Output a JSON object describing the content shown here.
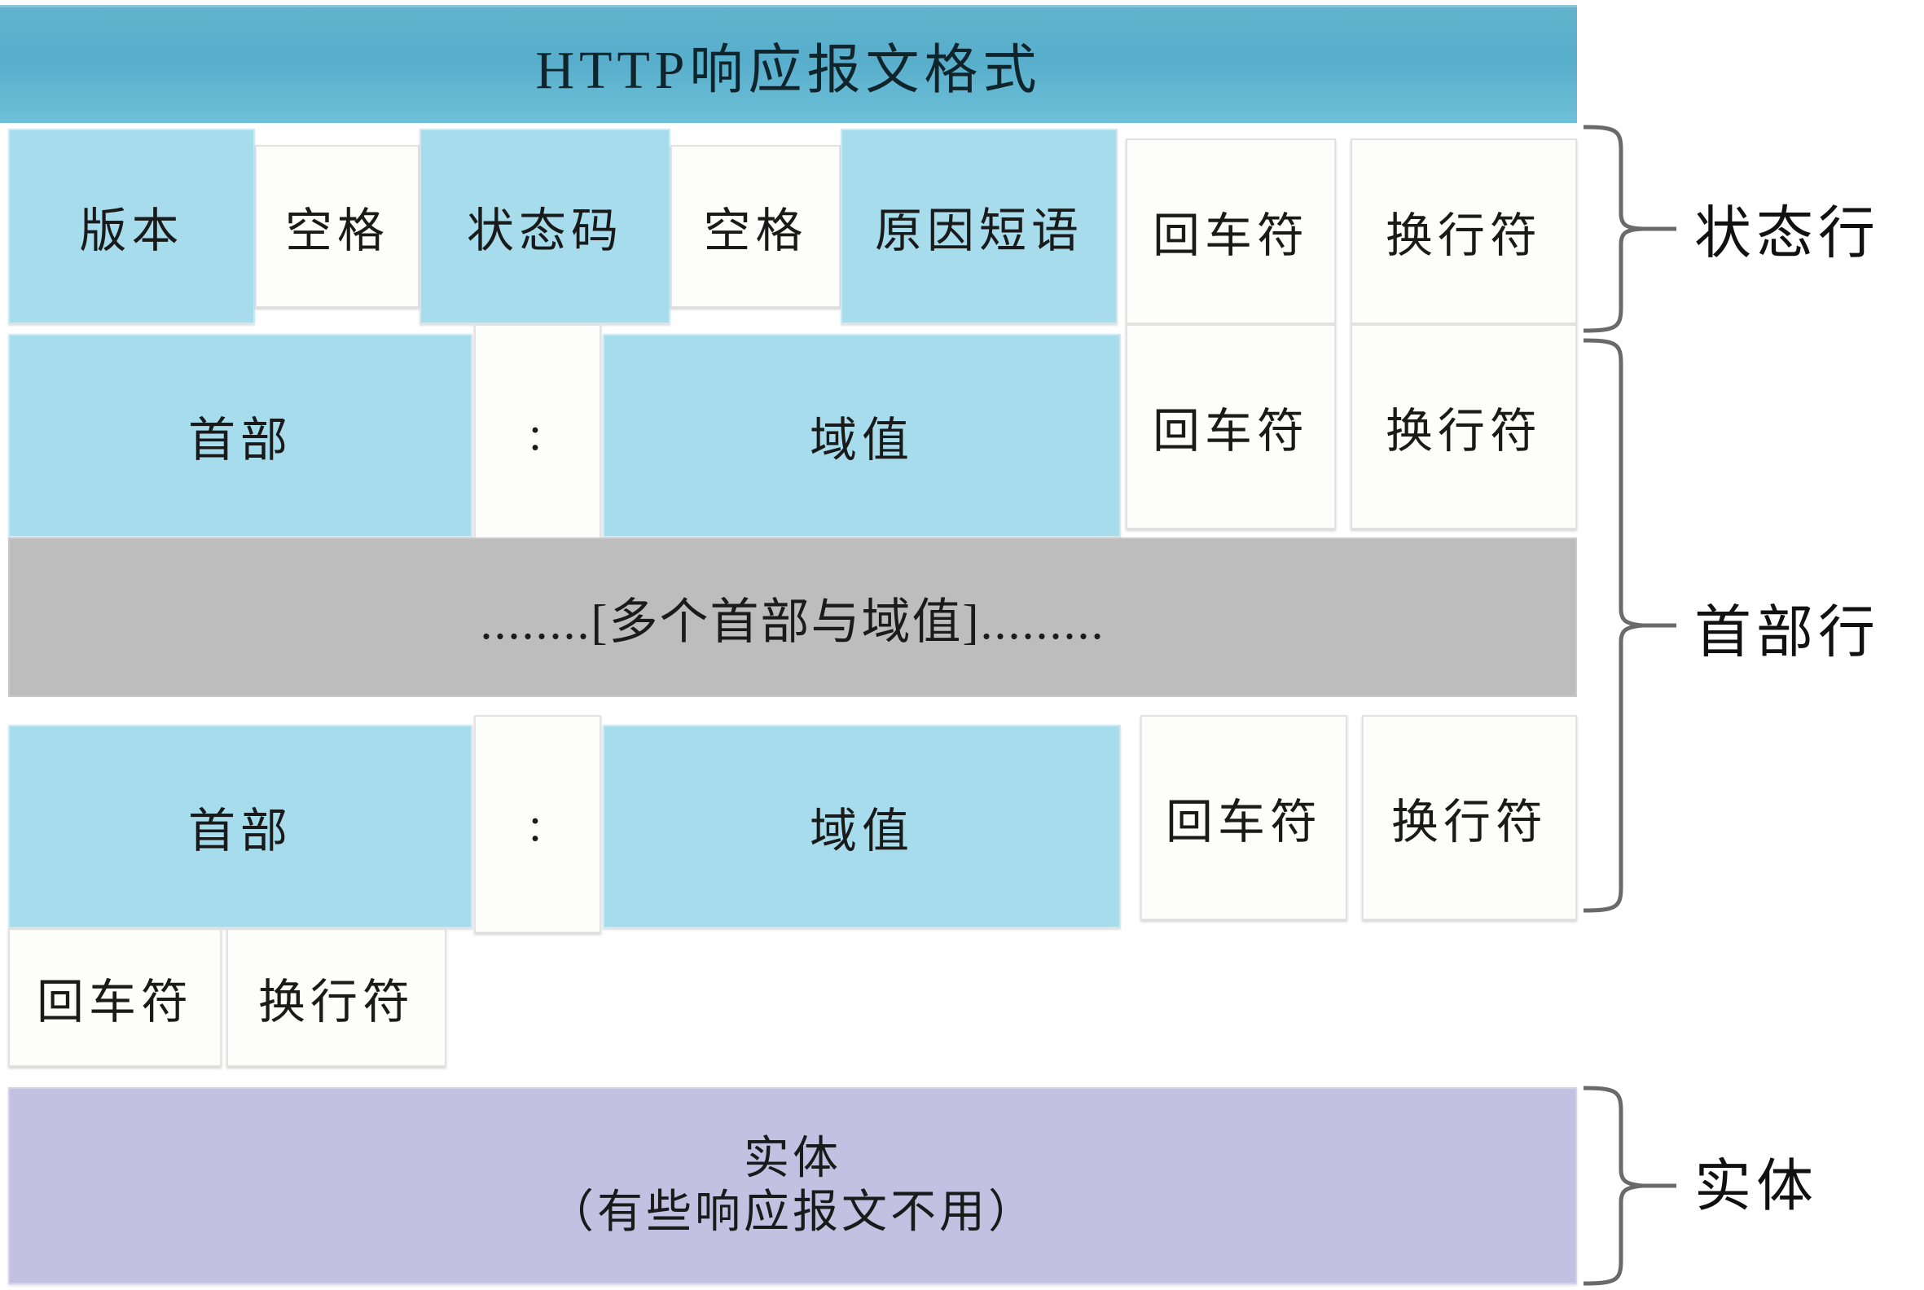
{
  "diagram": {
    "title": "HTTP响应报文格式",
    "rows": {
      "status_line": {
        "group_label": "状态行",
        "cells": [
          {
            "label": "版本",
            "type": "blue"
          },
          {
            "label": "空格",
            "type": "white"
          },
          {
            "label": "状态码",
            "type": "blue"
          },
          {
            "label": "空格",
            "type": "white"
          },
          {
            "label": "原因短语",
            "type": "blue"
          },
          {
            "label": "回车符",
            "type": "white"
          },
          {
            "label": "换行符",
            "type": "white"
          }
        ]
      },
      "header_line_1": {
        "cells": [
          {
            "label": "首部",
            "type": "blue"
          },
          {
            "label": ":",
            "type": "white"
          },
          {
            "label": "域值",
            "type": "blue"
          },
          {
            "label": "回车符",
            "type": "white"
          },
          {
            "label": "换行符",
            "type": "white"
          }
        ]
      },
      "header_ellipsis": {
        "label": "........[多个首部与域值].........",
        "type": "gray"
      },
      "header_line_2": {
        "group_label": "首部行",
        "cells": [
          {
            "label": "首部",
            "type": "blue"
          },
          {
            "label": ":",
            "type": "white"
          },
          {
            "label": "域值",
            "type": "blue"
          },
          {
            "label": "回车符",
            "type": "white"
          },
          {
            "label": "换行符",
            "type": "white"
          }
        ]
      },
      "blank_line": {
        "cells": [
          {
            "label": "回车符",
            "type": "white"
          },
          {
            "label": "换行符",
            "type": "white"
          }
        ]
      },
      "entity": {
        "group_label": "实体",
        "line1": "实体",
        "line2": "（有些响应报文不用）",
        "type": "purple"
      }
    },
    "colors": {
      "banner": "#57aecb",
      "cell_blue": "#a6dcec",
      "cell_white": "#fdfdfb",
      "cell_gray": "#bdbdbd",
      "cell_purple": "#c4c0e2",
      "text": "#1a1a1a",
      "brace": "#666666"
    }
  }
}
